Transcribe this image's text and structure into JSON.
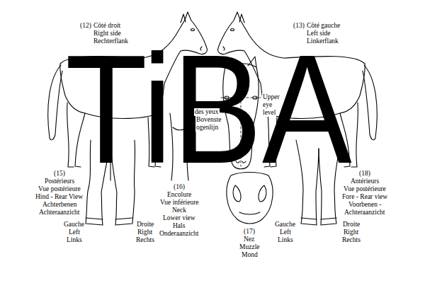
{
  "diagram": {
    "labels": [
      "(12)",
      "Côté droit",
      "Right side",
      "Rechterflank",
      "(13)",
      "Côté gauche",
      "Left side",
      "Linkerflank",
      "Upper",
      "eye",
      "level",
      "des yeux",
      "Bovenste",
      "ogenlijn",
      "(15)",
      "Postérieurs",
      "Vue postérieure",
      "Hind - Rear View",
      "Achterbenen",
      "Achteraanzicht",
      "Gauche",
      "Left",
      "Links",
      "Droite",
      "Right",
      "Rechts",
      "(16)",
      "Encolure",
      "Vue inférieure",
      "Neck",
      "Lower view",
      "Hals",
      "Onderaanzicht",
      "(17)",
      "Nez",
      "Muzzle",
      "Mond",
      "Gauche",
      "Left",
      "Links",
      "Droite",
      "Right",
      "Rechts",
      "(18)",
      "Antérieurs",
      "Vue postérieure",
      "Fore - Rear view",
      "Voorbenen -",
      "Achteraanzicht",
      "TiBA"
    ]
  }
}
